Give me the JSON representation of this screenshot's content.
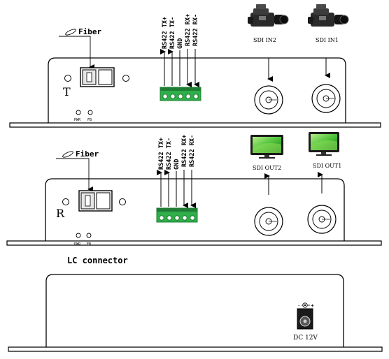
{
  "top_unit": {
    "fiber_label": "Fiber",
    "unit_letter": "T",
    "led_labels": [
      "PWR",
      "FB"
    ],
    "serial_pins": [
      "RS422 TX+",
      "RS422 TX-",
      "GND",
      "RS422 RX+",
      "RS422 RX-"
    ],
    "video_labels": [
      "SDI IN2",
      "SDI IN1"
    ]
  },
  "bottom_unit": {
    "fiber_label": "Fiber",
    "unit_letter": "R",
    "led_labels": [
      "PWR",
      "FB"
    ],
    "serial_pins": [
      "RS422 TX+",
      "RS422 TX-",
      "GND",
      "RS422 RX+",
      "RS422 RX-"
    ],
    "video_labels": [
      "SDI OUT2",
      "SDI OUT1"
    ]
  },
  "connector_caption": "LC connector",
  "rear_panel": {
    "power_label": "DC 12V",
    "polarity_minus": "-",
    "polarity_plus": "+"
  },
  "icons": {
    "top_sources": "video-camera-icon",
    "bottom_sinks": "monitor-icon"
  },
  "colors": {
    "terminal_green": "#2fae4a",
    "terminal_dark": "#1e7d33",
    "screen_green": "#4ec23a"
  }
}
